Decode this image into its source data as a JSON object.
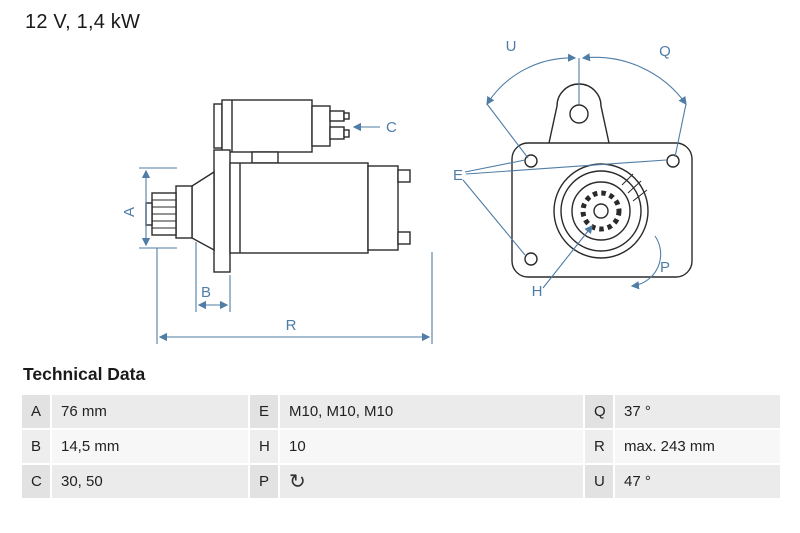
{
  "header": {
    "title": "12 V, 1,4 kW"
  },
  "diagram": {
    "accent_color": "#4f7da6",
    "side_view_labels": {
      "a": "A",
      "b": "B",
      "c": "C",
      "r": "R"
    },
    "front_view_labels": {
      "u": "U",
      "q": "Q",
      "e": "E",
      "h": "H",
      "p": "P"
    }
  },
  "technical_data": {
    "heading": "Technical Data",
    "rows": [
      {
        "cells": [
          {
            "label": "A",
            "value": "76 mm"
          },
          {
            "label": "E",
            "value": "M10, M10, M10"
          },
          {
            "label": "Q",
            "value": "37 °"
          }
        ]
      },
      {
        "cells": [
          {
            "label": "B",
            "value": "14,5 mm"
          },
          {
            "label": "H",
            "value": "10"
          },
          {
            "label": "R",
            "value": "max. 243 mm"
          }
        ]
      },
      {
        "cells": [
          {
            "label": "C",
            "value": "30, 50"
          },
          {
            "label": "P",
            "value": "",
            "icon": "rotation-icon",
            "icon_glyph": "↻"
          },
          {
            "label": "U",
            "value": "47 °"
          }
        ]
      }
    ]
  }
}
